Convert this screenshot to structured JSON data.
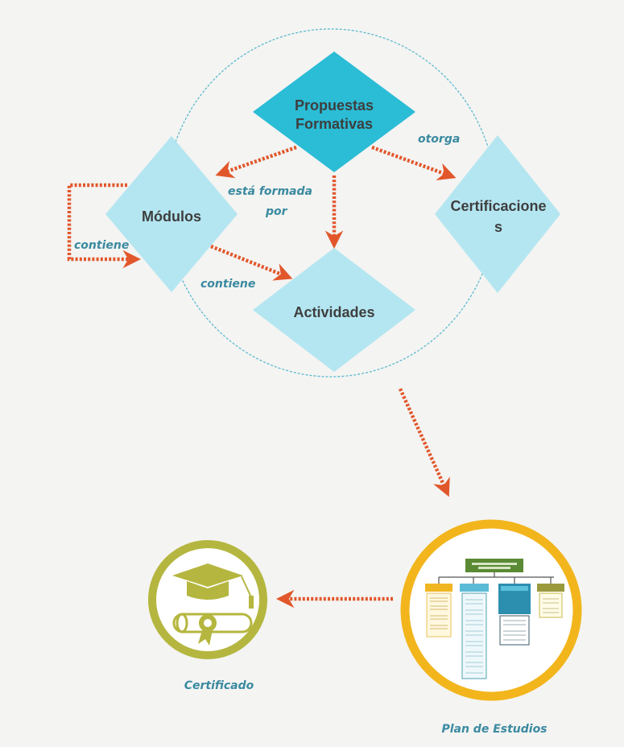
{
  "nodes": {
    "propuestas": {
      "line1": "Propuestas",
      "line2": "Formativas"
    },
    "modulos": {
      "label": "Módulos"
    },
    "actividades": {
      "label": "Actividades"
    },
    "certificaciones": {
      "line1": "Certificacione",
      "line2": "s"
    }
  },
  "edges": {
    "otorga": "otorga",
    "esta_formada_line1": "está formada",
    "esta_formada_line2": "por",
    "contiene_self": "contiene",
    "contiene_actividades": "contiene"
  },
  "outputs": {
    "certificado": "Certificado",
    "plan_de_estudios": "Plan de Estudios"
  },
  "colors": {
    "diamond_dark": "#2bbcd6",
    "diamond_light": "#b4e6f1",
    "arrow": "#e1572b",
    "ellipse": "#5bbad0",
    "edge_text": "#3a8aa0",
    "certificado_ring": "#b5b63f",
    "plan_ring": "#f2b51c"
  },
  "icons": {
    "certificado": "graduation-cap-and-diploma-icon",
    "plan_de_estudios": "org-chart-icon"
  }
}
